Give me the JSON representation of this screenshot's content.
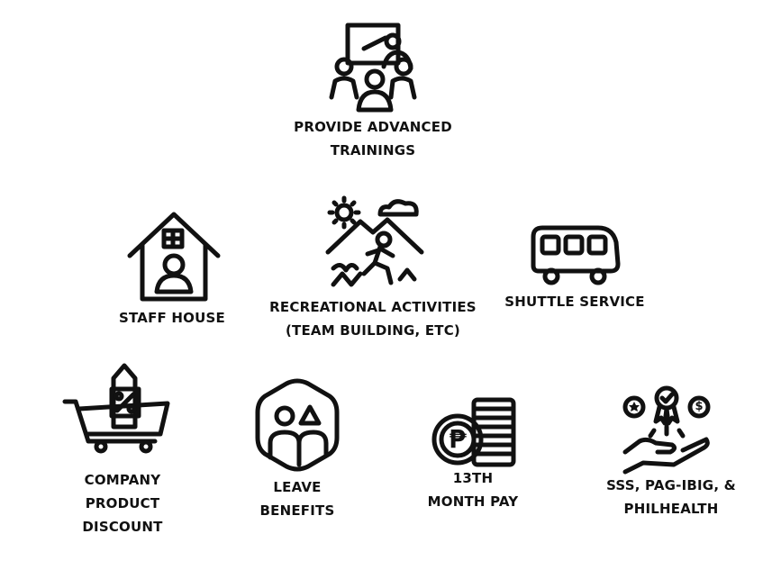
{
  "benefits": {
    "training": {
      "line1": "PROVIDE ADVANCED",
      "line2": "TRAININGS",
      "icon": "training-presentation-icon"
    },
    "staff_house": {
      "line1": "STAFF HOUSE",
      "icon": "staff-house-icon"
    },
    "recreational": {
      "line1": "RECREATIONAL ACTIVITIES",
      "line2": "(TEAM BUILDING, ETC)",
      "icon": "hiking-person-icon"
    },
    "shuttle": {
      "line1": "SHUTTLE SERVICE",
      "icon": "bus-icon"
    },
    "discount": {
      "line1": "COMPANY",
      "line2": "PRODUCT",
      "line3": "DISCOUNT",
      "icon": "shopping-cart-discount-icon"
    },
    "leave": {
      "line1": "LEAVE",
      "line2": "BENEFITS",
      "icon": "people-hexagon-icon"
    },
    "thirteenth": {
      "line1": "13TH",
      "line2": "MONTH PAY",
      "icon": "peso-coins-icon",
      "glyph": "₱"
    },
    "government": {
      "line1": "SSS, PAG-IBIG, &",
      "line2": "PHILHEALTH",
      "icon": "hand-badges-icon",
      "glyph": "$"
    }
  }
}
